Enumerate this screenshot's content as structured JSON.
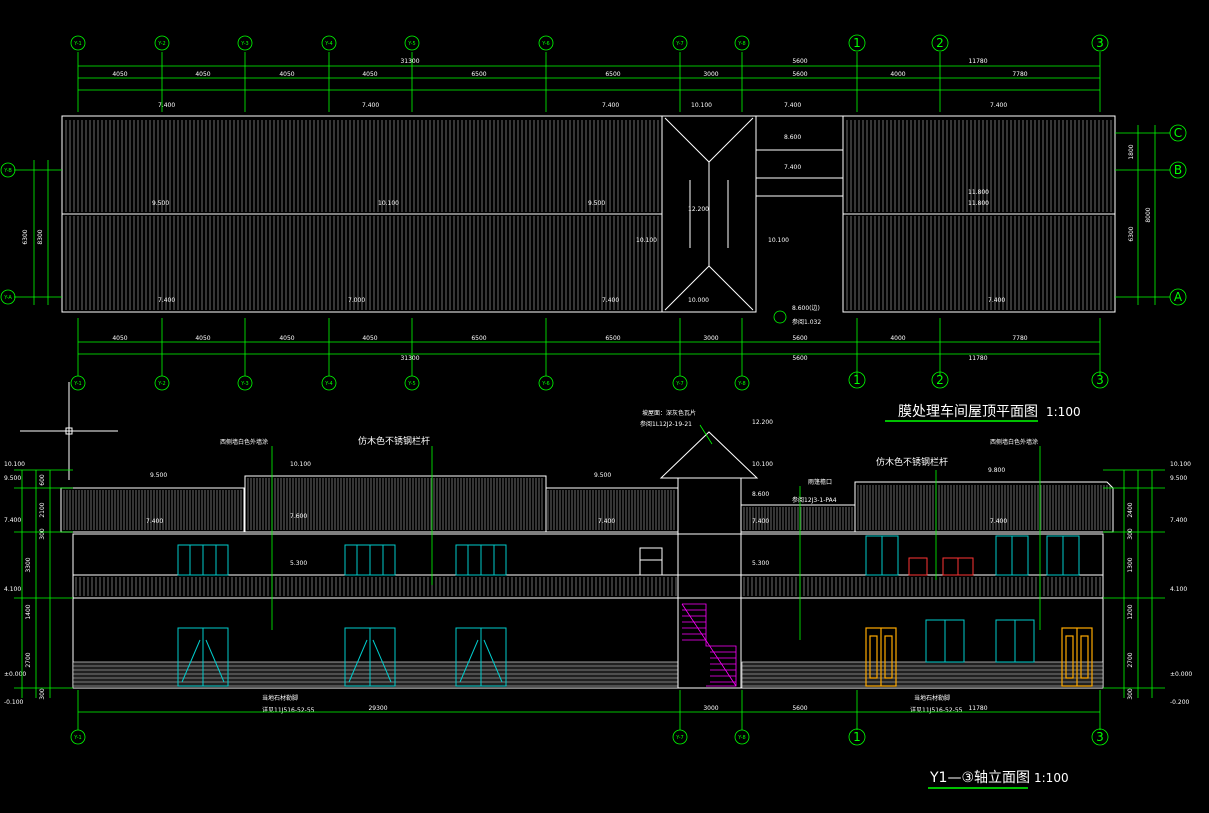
{
  "colors": {
    "background": "#000000",
    "line": "#ffffff",
    "dimension": "#00ff00",
    "door": "#00cccc",
    "stair": "#ff00ff",
    "door_orange": "#ffaa00",
    "door_red": "#ff3333"
  },
  "plan": {
    "title": "膜处理车间屋顶平面图",
    "scale": "1:100",
    "axes_top": [
      "Y-1",
      "Y-2",
      "Y-3",
      "Y-4",
      "Y-5",
      "Y-6",
      "Y-7",
      "Y-8",
      "1",
      "2",
      "3"
    ],
    "axes_right": [
      "C",
      "B",
      "A"
    ],
    "axes_left": [
      "Y-B",
      "Y-A"
    ],
    "dims_top_segments": [
      "4050",
      "4050",
      "4050",
      "4050",
      "6500",
      "6500",
      "3000",
      "5600",
      "4000",
      "7780"
    ],
    "dims_top_totals": [
      "31300",
      "5600",
      "11780"
    ],
    "dims_left": [
      "6300",
      "8300"
    ],
    "dims_right": [
      "1800",
      "6300",
      "8000"
    ],
    "levels": [
      "7.400",
      "7.400",
      "7.400",
      "10.100",
      "7.400",
      "7.400",
      "8.600",
      "7.400",
      "9.500",
      "10.100",
      "9.500",
      "12.200",
      "10.100",
      "10.100",
      "7.400",
      "7.000",
      "7.400",
      "10.000",
      "7.400",
      "11.800",
      "11.800"
    ],
    "note_detail": "8.600(边)",
    "note_ref": "参阅1.032"
  },
  "elevation": {
    "title": "Y1—③轴立面图",
    "scale": "1:100",
    "axes_bottom": [
      "Y-1",
      "Y-7",
      "Y-8",
      "1",
      "3"
    ],
    "labels": {
      "left_wall": "西侧墙白色外墙涂",
      "left_rail": "仿木色不锈钢栏杆",
      "right_rail": "仿木色不锈钢栏杆",
      "right_wall": "西侧墙白色外墙涂",
      "tower_note": "坡屋面：深灰色瓦片",
      "tower_ref": "参阅1L12J2-19-21",
      "canopy": "雨篷檐口",
      "canopy_ref": "参阅12J3-1-PA4",
      "base_left": "当地石材勒脚",
      "base_left_ref": "详见11J516-52-55",
      "base_right": "当地石材勒脚",
      "base_right_ref": "详见11J516-52-55"
    },
    "levels_left": [
      "10.100",
      "9.500",
      "7.400",
      "4.100",
      "±0.000",
      "-0.100"
    ],
    "levels_right": [
      "10.100",
      "9.500",
      "7.400",
      "4.100",
      "±0.000",
      "-0.200"
    ],
    "levels_mid": [
      "9.500",
      "10.100",
      "9.500",
      "7.600",
      "7.400",
      "7.400",
      "5.300",
      "12.200",
      "10.100",
      "8.600",
      "7.400",
      "5.300",
      "9.800",
      "7.400"
    ],
    "dims_bottom": [
      "29300",
      "3000",
      "5600",
      "11780"
    ],
    "vdims_left": [
      "600",
      "2100",
      "300",
      "3300",
      "1400",
      "2700",
      "300"
    ],
    "vdims_right": [
      "2400",
      "300",
      "1300",
      "1200",
      "2700",
      "300"
    ]
  }
}
